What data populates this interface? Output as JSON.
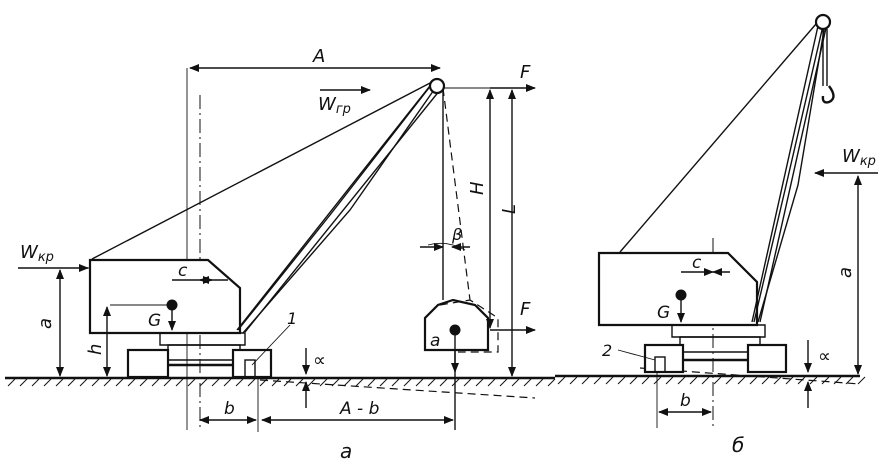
{
  "diagram_a": {
    "label_A": "A",
    "label_W_gr_base": "W",
    "label_W_gr_sub": "гр",
    "label_F_top": "F",
    "label_F_bottom": "F",
    "label_H": "H",
    "label_L": "L",
    "label_beta": "β",
    "label_W_kr_base": "W",
    "label_W_kr_sub": "кр",
    "label_c": "c",
    "label_G": "G",
    "label_a": "a",
    "label_h": "h",
    "label_1": "1",
    "label_alpha": "∝",
    "label_b": "b",
    "label_A_minus_b": "A - b",
    "label_load_a": "a",
    "caption": "а"
  },
  "diagram_b": {
    "label_W_kr_base": "W",
    "label_W_kr_sub": "кр",
    "label_c": "c",
    "label_G": "G",
    "label_a": "a",
    "label_2": "2",
    "label_alpha": "∝",
    "label_b": "b",
    "caption": "б"
  }
}
